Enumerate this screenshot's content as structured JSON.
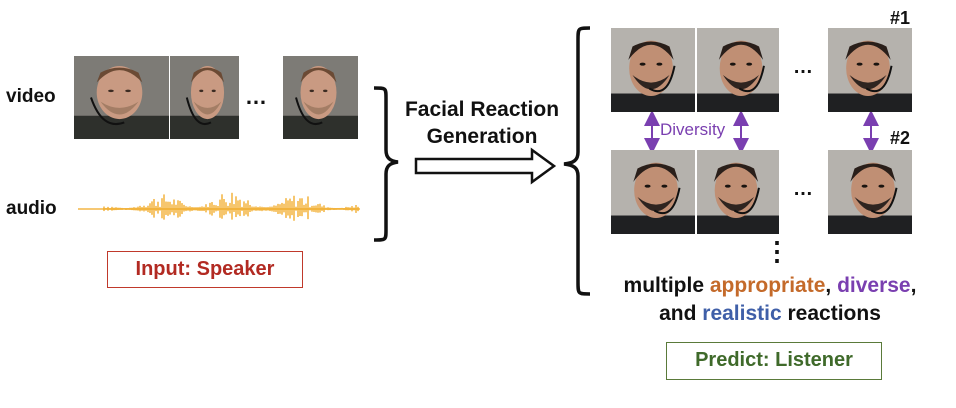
{
  "input": {
    "video_label": "video",
    "audio_label": "audio",
    "ellipsis": "…",
    "box_text": "Input:  Speaker",
    "box_color": "#b22a22"
  },
  "center": {
    "line1": "Facial Reaction",
    "line2": "Generation"
  },
  "output": {
    "row1_tag": "#1",
    "row2_tag": "#2",
    "ellipsis": "…",
    "vertical_ellipsis": "⋮",
    "diversity_label": "Diversity",
    "diversity_color": "#7a3fb0",
    "caption": {
      "part1": "multiple ",
      "appropriate": "appropriate",
      "comma1": ", ",
      "diverse": "diverse",
      "comma2": ",",
      "part2": "and ",
      "realistic": "realistic",
      "part3": " reactions"
    },
    "colors": {
      "appropriate": "#c46a2a",
      "diverse": "#7a3fb0",
      "realistic": "#3f5fa8"
    },
    "box_text": "Predict:  Listener",
    "box_color": "#3f6a2a"
  },
  "waveform_color": "#f0a820"
}
